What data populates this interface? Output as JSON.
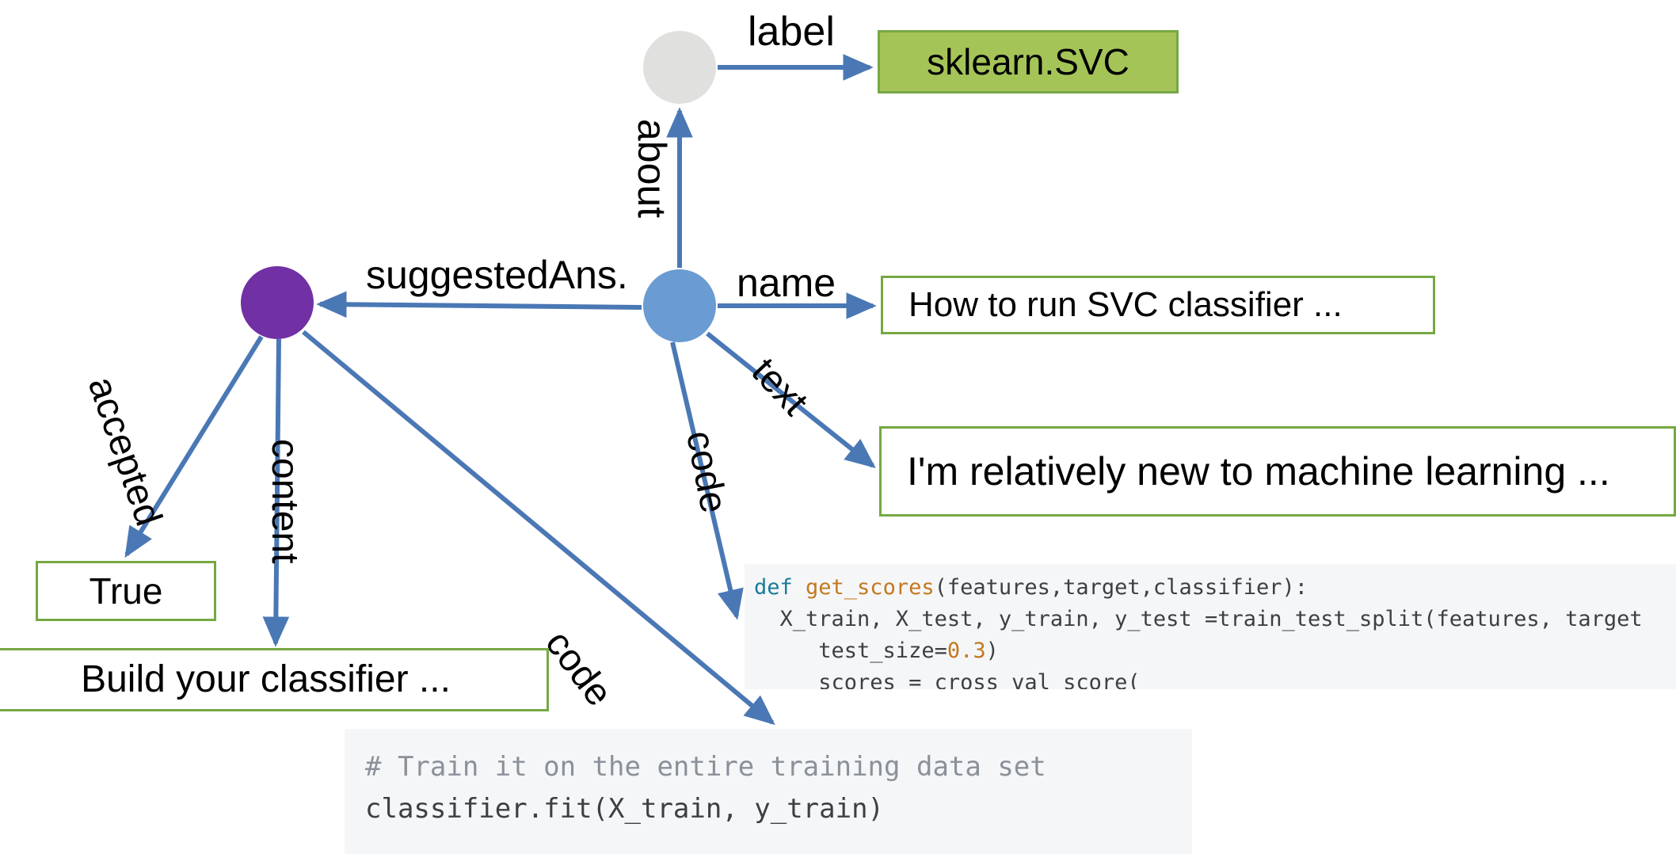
{
  "diagram": {
    "type": "knowledge-graph",
    "nodes": [
      {
        "id": "about-node",
        "color": "#e0e0de",
        "shape": "circle"
      },
      {
        "id": "post-node",
        "color": "#6a9bd2",
        "shape": "circle"
      },
      {
        "id": "answer-node",
        "color": "#7130a3",
        "shape": "circle"
      }
    ],
    "edge_labels": {
      "label": "label",
      "about": "about",
      "suggested_answer": "suggestedAns.",
      "name": "name",
      "text": "text",
      "code_post": "code",
      "code_answer": "code",
      "accepted": "accepted",
      "content": "content"
    },
    "values": {
      "sklearn": "sklearn.SVC",
      "name": "How to run SVC classifier ...",
      "text": "I'm relatively new to machine learning ...",
      "accepted": "True",
      "content": "Build your classifier ..."
    },
    "colors": {
      "box_border": "#76a843",
      "box_fill_green": "#a5c457",
      "edge": "#4a78b5",
      "node_grey": "#e0e0de",
      "node_blue": "#6a9bd2",
      "node_purple": "#7130a3",
      "code_bg": "#f5f6f7"
    },
    "code_post": {
      "lines": [
        [
          {
            "t": "def ",
            "c": "kw"
          },
          {
            "t": "get_scores",
            "c": "fn"
          },
          {
            "t": "(features,target,classifier):",
            "c": "plain"
          }
        ],
        [
          {
            "t": "  X_train, X_test, y_train, y_test =train_test_split(features, target",
            "c": "plain"
          }
        ],
        [
          {
            "t": "     test_size=",
            "c": "plain"
          },
          {
            "t": "0.3",
            "c": "num"
          },
          {
            "t": ")",
            "c": "plain"
          }
        ],
        [
          {
            "t": "     scores = cross_val_score(",
            "c": "plain"
          }
        ]
      ]
    },
    "code_answer": {
      "lines": [
        [
          {
            "t": "# Train it on the entire training data set",
            "c": "comment"
          }
        ],
        [
          {
            "t": "classifier.fit(X_train, y_train)",
            "c": "plain"
          }
        ]
      ]
    }
  }
}
